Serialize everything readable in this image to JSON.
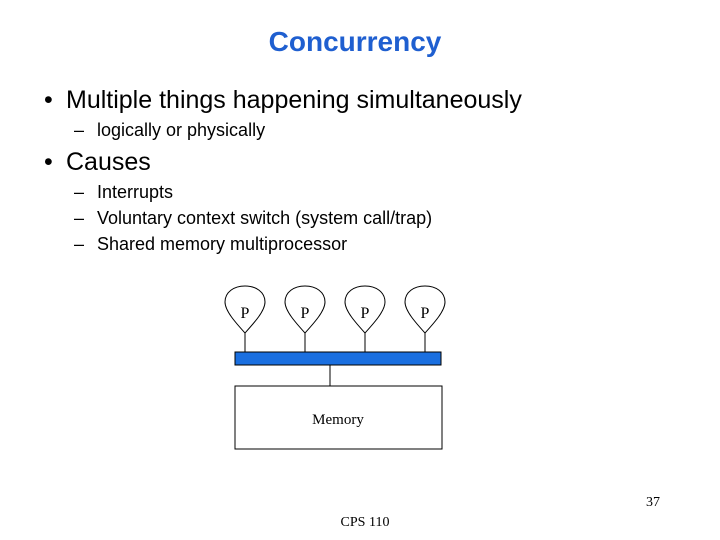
{
  "slide": {
    "title": "Concurrency",
    "bullets": [
      {
        "text": "Multiple things happening simultaneously",
        "subitems": [
          "logically or physically"
        ]
      },
      {
        "text": "Causes",
        "subitems": [
          "Interrupts",
          "Voluntary context switch (system call/trap)",
          "Shared memory multiprocessor"
        ]
      }
    ],
    "bullet_marker": "•",
    "sub_marker": "–",
    "diagram": {
      "processors": [
        "P",
        "P",
        "P",
        "P"
      ],
      "memory_label": "Memory",
      "bus_color": "#1a6fe0"
    },
    "page_number": "37",
    "footer": "CPS 110"
  }
}
